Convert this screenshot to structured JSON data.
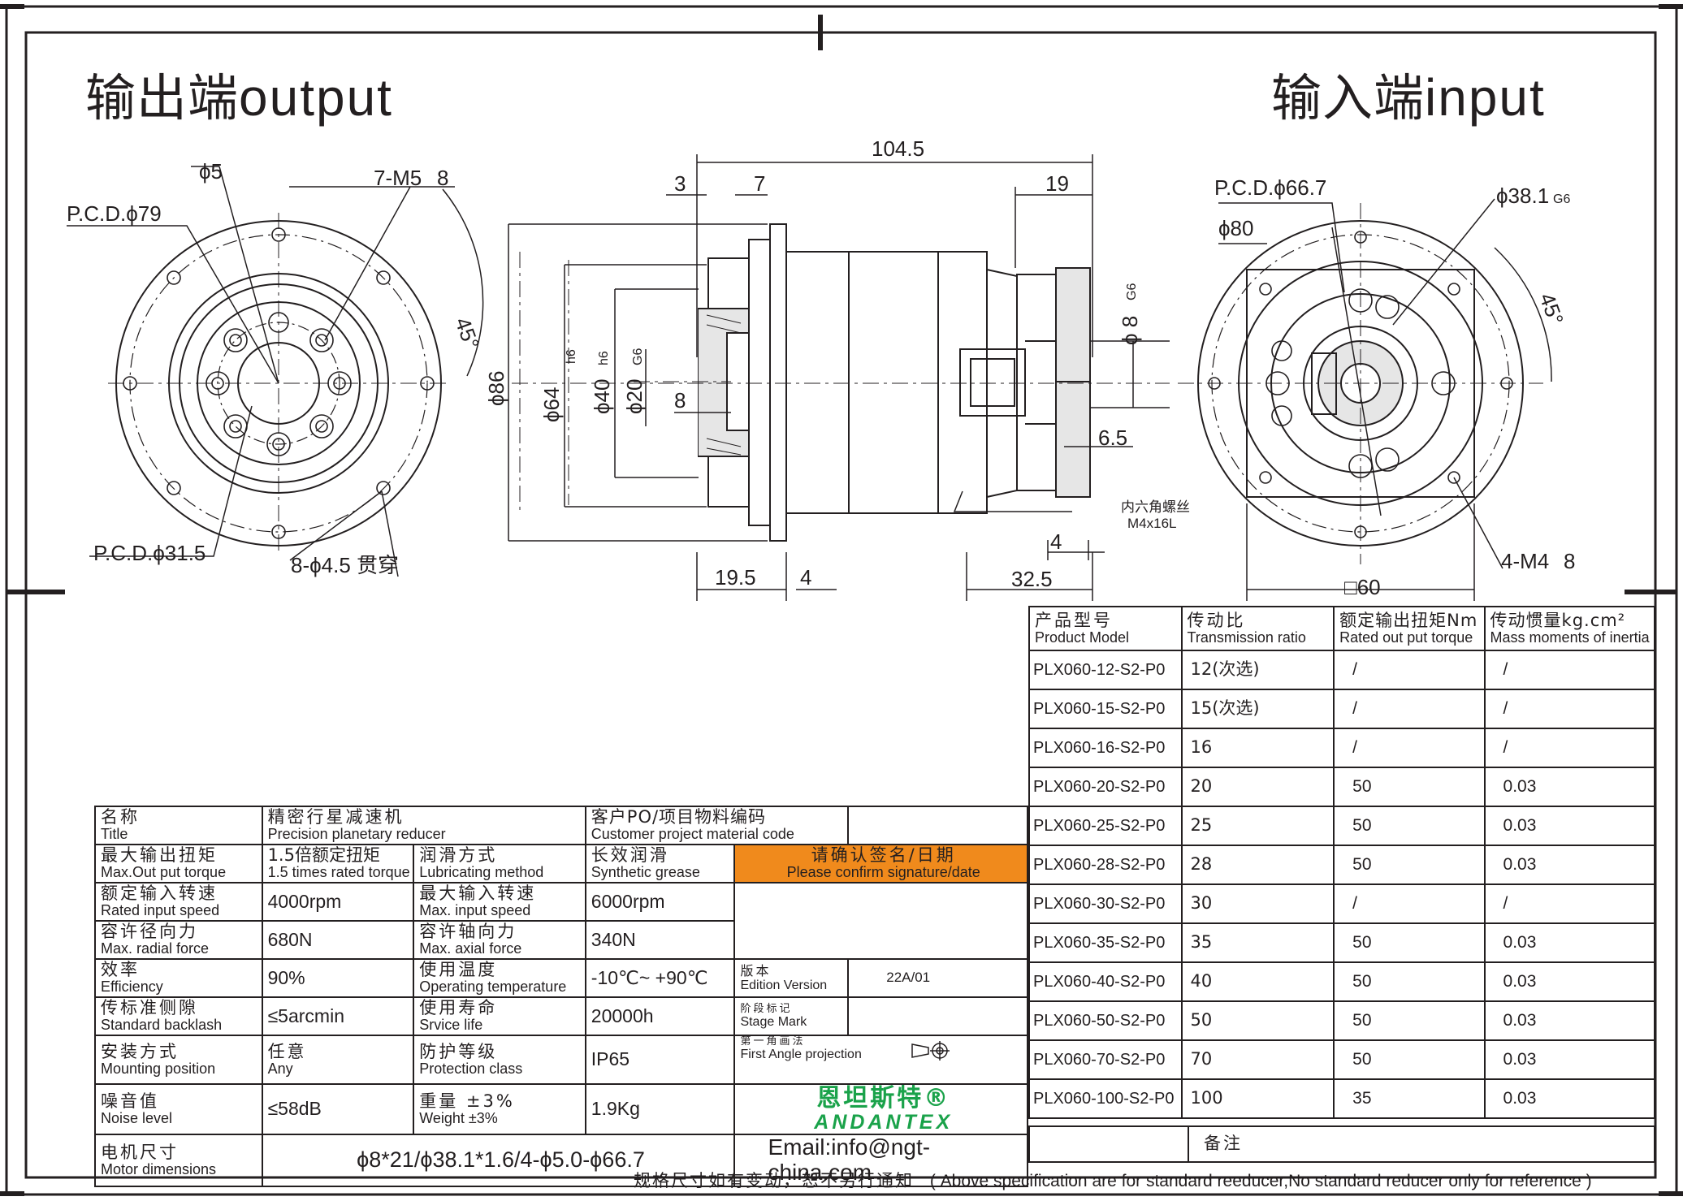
{
  "headings": {
    "output_cn": "输出端",
    "output_en": "output",
    "input_cn": "输入端",
    "input_en": "input"
  },
  "dims_left": {
    "d5": "ϕ5",
    "m5": "7-M5",
    "m5_depth": "8",
    "pcd79": "P.C.D.ϕ79",
    "angle45": "45°",
    "pcd315": "P.C.D.ϕ31.5",
    "holes": "8-ϕ4.5 贯穿"
  },
  "dims_mid": {
    "len1045": "104.5",
    "d3": "3",
    "d7": "7",
    "d19": "19",
    "phi86": "ϕ86",
    "phi64": "ϕ64",
    "phi64_tol": "h6",
    "phi40": "ϕ40",
    "phi40_tol": "h6",
    "phi20": "ϕ20",
    "phi20_tol": "G6",
    "d8": "8",
    "phi8": "ϕ 8",
    "phi8_tol": "G6",
    "d65": "6.5",
    "screw_cn": "内六角螺丝",
    "screw_en": "M4x16L",
    "d4": "4",
    "d195": "19.5",
    "d4b": "4",
    "d325": "32.5"
  },
  "dims_right": {
    "pcd667": "P.C.D.ϕ66.7",
    "phi381": "ϕ38.1",
    "phi381_tol": "G6",
    "phi80": "ϕ80",
    "angle45": "45°",
    "m4": "4-M4",
    "m4_depth": "8",
    "sq60": "□60"
  },
  "models_header": {
    "c1_cn": "产品型号",
    "c1_en": "Product Model",
    "c2_cn": "传动比",
    "c2_en": "Transmission ratio",
    "c3_cn": "额定输出扭矩Nm",
    "c3_en": "Rated out put torque",
    "c4_cn": "传动惯量kg.cm²",
    "c4_en": "Mass moments of inertia"
  },
  "models": [
    {
      "model": "PLX060-12-S2-P0",
      "ratio": "12(次选)",
      "torque": "/",
      "inertia": "/"
    },
    {
      "model": "PLX060-15-S2-P0",
      "ratio": "15(次选)",
      "torque": "/",
      "inertia": "/"
    },
    {
      "model": "PLX060-16-S2-P0",
      "ratio": "16",
      "torque": "/",
      "inertia": "/"
    },
    {
      "model": "PLX060-20-S2-P0",
      "ratio": "20",
      "torque": "50",
      "inertia": "0.03"
    },
    {
      "model": "PLX060-25-S2-P0",
      "ratio": "25",
      "torque": "50",
      "inertia": "0.03"
    },
    {
      "model": "PLX060-28-S2-P0",
      "ratio": "28",
      "torque": "50",
      "inertia": "0.03"
    },
    {
      "model": "PLX060-30-S2-P0",
      "ratio": "30",
      "torque": "/",
      "inertia": "/"
    },
    {
      "model": "PLX060-35-S2-P0",
      "ratio": "35",
      "torque": "50",
      "inertia": "0.03"
    },
    {
      "model": "PLX060-40-S2-P0",
      "ratio": "40",
      "torque": "50",
      "inertia": "0.03"
    },
    {
      "model": "PLX060-50-S2-P0",
      "ratio": "50",
      "torque": "50",
      "inertia": "0.03"
    },
    {
      "model": "PLX060-70-S2-P0",
      "ratio": "70",
      "torque": "50",
      "inertia": "0.03"
    },
    {
      "model": "PLX060-100-S2-P0",
      "ratio": "100",
      "torque": "35",
      "inertia": "0.03"
    }
  ],
  "spec": {
    "name_cn": "名称",
    "name_en": "Title",
    "name_val_cn": "精密行星减速机",
    "name_val_en": "Precision planetary reducer",
    "cust_cn": "客户PO/项目物料编码",
    "cust_en": "Customer project material code",
    "maxtorque_cn": "最大输出扭矩",
    "maxtorque_en": "Max.Out put torque",
    "maxtorque_val_cn": "1.5倍额定扭矩",
    "maxtorque_val_en": "1.5 times rated torque",
    "lub_cn": "润滑方式",
    "lub_en": "Lubricating method",
    "lub_val_cn": "长效润滑",
    "lub_val_en": "Synthetic grease",
    "confirm_cn": "请确认签名/日期",
    "confirm_en": "Please confirm signature/date",
    "rspeed_cn": "额定输入转速",
    "rspeed_en": "Rated input speed",
    "rspeed_val": "4000rpm",
    "mspeed_cn": "最大输入转速",
    "mspeed_en": "Max. input speed",
    "mspeed_val": "6000rpm",
    "radial_cn": "容许径向力",
    "radial_en": "Max. radial force",
    "radial_val": "680N",
    "axial_cn": "容许轴向力",
    "axial_en": "Max. axial force",
    "axial_val": "340N",
    "eff_cn": "效率",
    "eff_en": "Efficiency",
    "eff_val": "90%",
    "temp_cn": "使用温度",
    "temp_en": "Operating temperature",
    "temp_val": "-10℃~ +90℃",
    "backlash_cn": "传标准侧隙",
    "backlash_en": "Standard backlash",
    "backlash_val": "≤5arcmin",
    "life_cn": "使用寿命",
    "life_en": "Srvice life",
    "life_val": "20000h",
    "mount_cn": "安装方式",
    "mount_en": "Mounting position",
    "mount_val_cn": "任意",
    "mount_val_en": "Any",
    "prot_cn": "防护等级",
    "prot_en": "Protection class",
    "prot_val": "IP65",
    "noise_cn": "噪音值",
    "noise_en": "Noise level",
    "noise_val": "≤58dB",
    "weight_cn": "重量 ±3%",
    "weight_en": "Weight ±3%",
    "weight_val": "1.9Kg",
    "motor_cn": "电机尺寸",
    "motor_en": "Motor dimensions",
    "motor_val": "ϕ8*21/ϕ38.1*1.6/4-ϕ5.0-ϕ66.7",
    "edition_cn": "版本",
    "edition_en": "Edition Version",
    "edition_val": "22A/01",
    "stage_cn": "阶段标记",
    "stage_en": "Stage Mark",
    "proj_cn": "第一角画法",
    "proj_en": "First Angle projection",
    "logo_cn": "恩坦斯特®",
    "logo_en": "ANDANTEX",
    "email": "Email:info@ngt-china.com",
    "remark": "备注"
  },
  "footer": {
    "cn": "规格尺寸如有变动，恕不另行通知",
    "en": "( Above specification are for standard reeducer,No standard reducer only for reference )"
  }
}
